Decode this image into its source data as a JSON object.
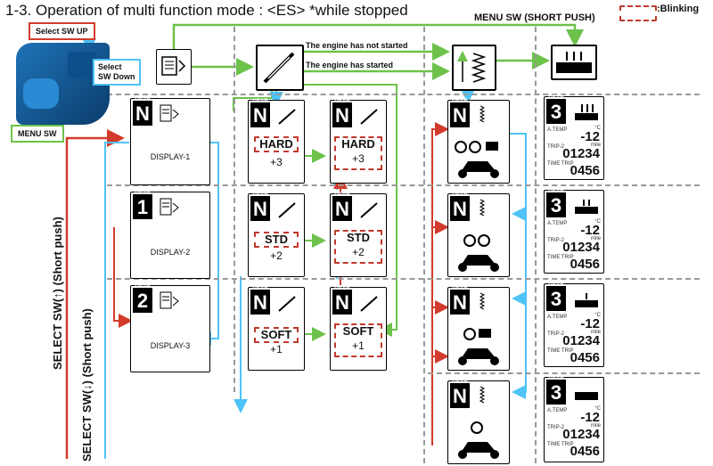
{
  "title": "1-3. Operation of multi function mode : <ES> *while stopped",
  "legend": {
    "blinking_label": ":Blinking"
  },
  "menu_sw_short_push": "MENU SW (SHORT PUSH)",
  "handlebar": {
    "select_sw_up": "Select SW UP",
    "select_sw_down": "Select\nSW Down",
    "menu_sw": "MENU SW"
  },
  "flow": {
    "engine_not_started": "The engine has not started",
    "engine_started": "The engine has started"
  },
  "side": {
    "select_up": "SELECT SW(↑) (Short push)",
    "select_down": "SELECT SW(↓) (Short push)"
  },
  "displays": [
    {
      "gear": "N",
      "label": "DISPLAY-1"
    },
    {
      "gear": "1",
      "label": "DISPLAY-2"
    },
    {
      "gear": "2",
      "label": "DISPLAY-3"
    }
  ],
  "gear_tag": "GEAR",
  "modes": [
    {
      "gear": "N",
      "mode": "HARD",
      "value": "+3"
    },
    {
      "gear": "N",
      "mode": "STD",
      "value": "+2"
    },
    {
      "gear": "N",
      "mode": "SOFT",
      "value": "+1"
    }
  ],
  "modes_blink": [
    {
      "gear": "N",
      "mode": "HARD",
      "value": "+3"
    },
    {
      "gear": "N",
      "mode": "STD",
      "value": "+2"
    },
    {
      "gear": "N",
      "mode": "SOFT",
      "value": "+1"
    }
  ],
  "preload_gear": "N",
  "heater": {
    "gear": "3",
    "temp_label": "A.TEMP",
    "temp_value": "-12",
    "trip2_label": "TRIP-2",
    "trip2_value": "01234",
    "time_label": "TIME TRIP",
    "time_value": "0456",
    "unit_c": "°C",
    "unit_mile": "mile"
  }
}
